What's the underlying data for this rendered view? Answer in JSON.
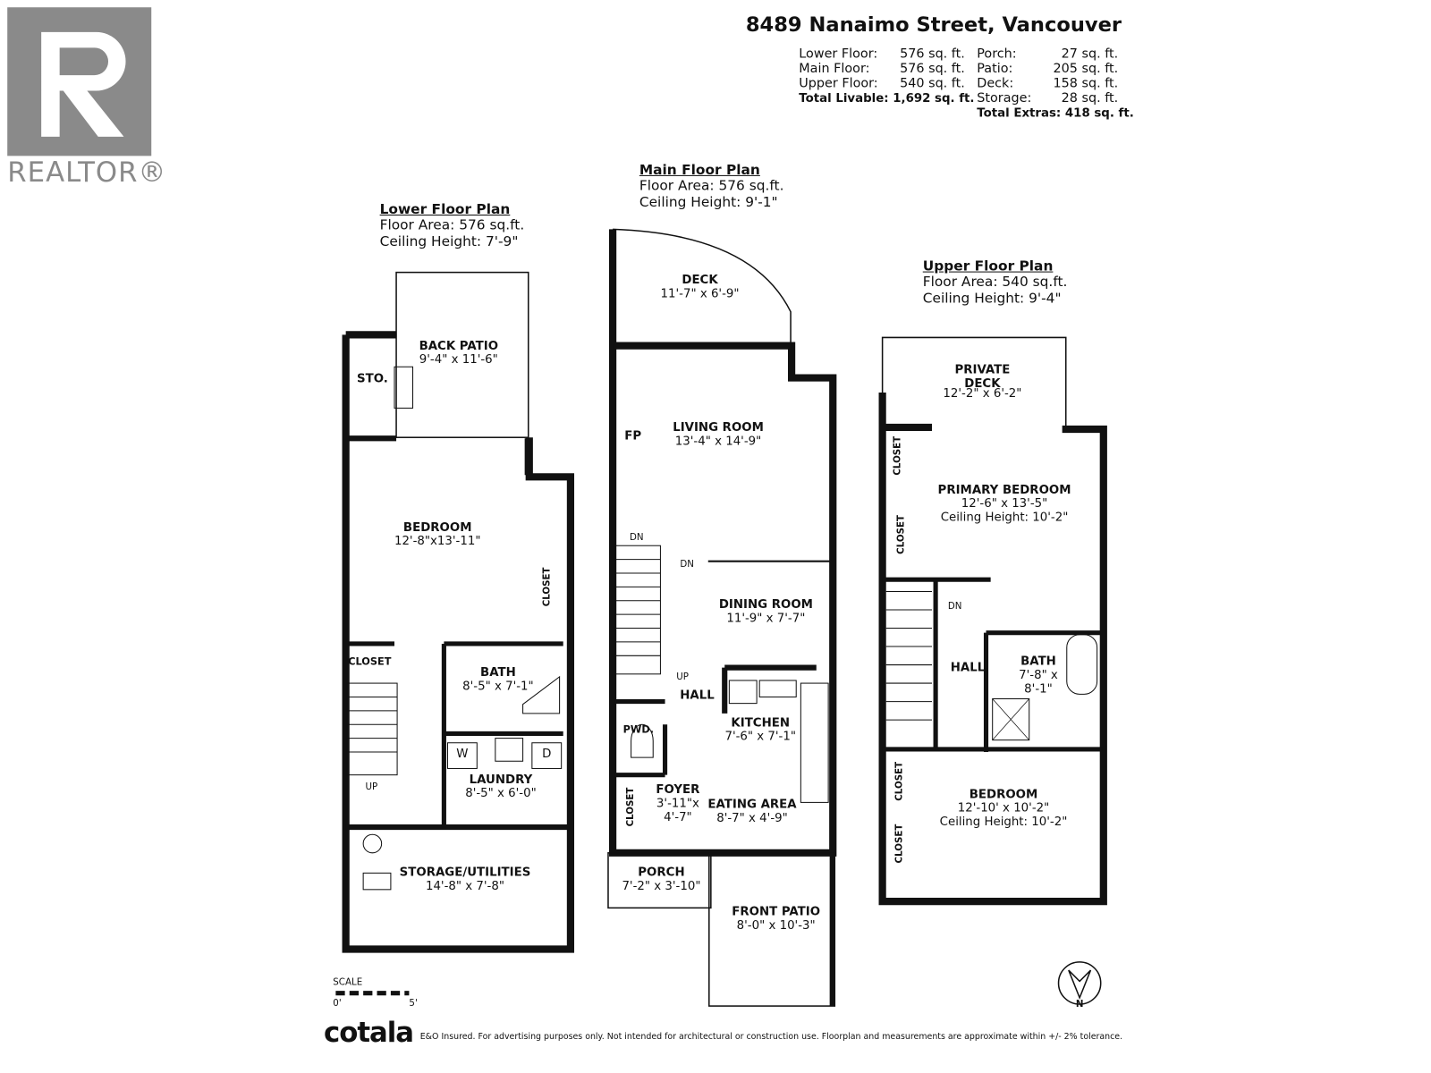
{
  "header": {
    "address": "8489 Nanaimo Street, Vancouver",
    "livable": [
      {
        "label": "Lower Floor:",
        "value": "576 sq. ft."
      },
      {
        "label": "Main Floor:",
        "value": "576 sq. ft."
      },
      {
        "label": "Upper Floor:",
        "value": "540 sq. ft."
      }
    ],
    "total_livable": "Total Livable: 1,692 sq. ft.",
    "extras": [
      {
        "label": "Porch:",
        "value": "27 sq. ft."
      },
      {
        "label": "Patio:",
        "value": "205 sq. ft."
      },
      {
        "label": "Deck:",
        "value": "158 sq. ft."
      },
      {
        "label": "Storage:",
        "value": "28 sq. ft."
      }
    ],
    "total_extras": "Total Extras: 418 sq. ft."
  },
  "logo": {
    "text": "REALTOR®",
    "letter": "R"
  },
  "plans": {
    "lower": {
      "title": "Lower Floor Plan",
      "area": "Floor Area: 576 sq.ft.",
      "ceiling": "Ceiling Height: 7'-9\"",
      "rooms": {
        "back_patio": {
          "name": "BACK PATIO",
          "dims": "9'-4\" x 11'-6\""
        },
        "sto": {
          "name": "STO."
        },
        "bedroom": {
          "name": "BEDROOM",
          "dims": "12'-8\"x13'-11\""
        },
        "closet_a": {
          "name": "CLOSET"
        },
        "closet_b": {
          "name": "CLOSET"
        },
        "bath": {
          "name": "BATH",
          "dims": "8'-5\" x 7'-1\""
        },
        "laundry": {
          "name": "LAUNDRY",
          "dims": "8'-5\" x 6'-0\""
        },
        "washer": "W",
        "dryer": "D",
        "up": "UP",
        "storage": {
          "name": "STORAGE/UTILITIES",
          "dims": "14'-8\" x 7'-8\""
        }
      }
    },
    "main": {
      "title": "Main Floor Plan",
      "area": "Floor Area: 576 sq.ft.",
      "ceiling": "Ceiling Height: 9'-1\"",
      "rooms": {
        "deck": {
          "name": "DECK",
          "dims": "11'-7\" x 6'-9\""
        },
        "fp": "FP",
        "living": {
          "name": "LIVING ROOM",
          "dims": "13'-4\" x 14'-9\""
        },
        "dn1": "DN",
        "dn2": "DN",
        "up": "UP",
        "dining": {
          "name": "DINING ROOM",
          "dims": "11'-9\" x 7'-7\""
        },
        "hall": {
          "name": "HALL"
        },
        "pwd": {
          "name": "PWD."
        },
        "kitchen": {
          "name": "KITCHEN",
          "dims": "7'-6\" x 7'-1\""
        },
        "closet": {
          "name": "CLOSET"
        },
        "foyer": {
          "name": "FOYER",
          "dims1": "3'-11\"x",
          "dims2": "4'-7\""
        },
        "eating": {
          "name": "EATING AREA",
          "dims": "8'-7\" x 4'-9\""
        },
        "porch": {
          "name": "PORCH",
          "dims": "7'-2\" x 3'-10\""
        },
        "front_patio": {
          "name": "FRONT PATIO",
          "dims": "8'-0\" x 10'-3\""
        }
      }
    },
    "upper": {
      "title": "Upper Floor Plan",
      "area": "Floor Area: 540 sq.ft.",
      "ceiling": "Ceiling Height: 9'-4\"",
      "rooms": {
        "private_deck": {
          "name1": "PRIVATE",
          "name2": "DECK",
          "dims": "12'-2\" x 6'-2\""
        },
        "closet_a": {
          "name": "CLOSET"
        },
        "closet_b": {
          "name": "CLOSET"
        },
        "closet_c": {
          "name": "CLOSET"
        },
        "closet_d": {
          "name": "CLOSET"
        },
        "primary": {
          "name": "PRIMARY BEDROOM",
          "dims": "12'-6\" x 13'-5\"",
          "ceiling": "Ceiling Height: 10'-2\""
        },
        "dn": "DN",
        "hall": {
          "name": "HALL"
        },
        "bath": {
          "name": "BATH",
          "dims1": "7'-8\" x",
          "dims2": "8'-1\""
        },
        "bedroom": {
          "name": "BEDROOM",
          "dims": "12'-10' x 10'-2\"",
          "ceiling": "Ceiling Height: 10'-2\""
        }
      }
    }
  },
  "scale": {
    "label": "SCALE",
    "start": "0'",
    "end": "5'"
  },
  "north": "N",
  "footer": {
    "brand": "cotala",
    "disclaimer": "E&O Insured. For advertising purposes only. Not intended for architectural or construction use. Floorplan and measurements are approximate within +/- 2% tolerance."
  }
}
